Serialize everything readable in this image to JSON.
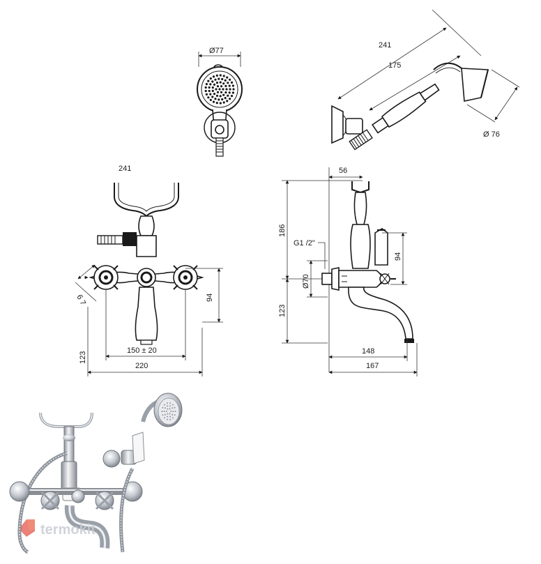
{
  "dimensions": {
    "hand_shower_diameter_front": "Ø77",
    "total_length_side": "241",
    "handle_length_side": "175",
    "head_diameter_side": "Ø 76",
    "cradle_width": "241",
    "handle_span": "6 7",
    "height_right_front": "94",
    "centers": "150 ± 20",
    "overall_width": "220",
    "height_left_front": "123",
    "top_offset_side": "56",
    "upper_height_side": "186",
    "thread_label": "G1 /2\"",
    "flange_diameter_side": "Ø70",
    "lower_height_side": "123",
    "lever_height_side": "94",
    "spout_reach_inner": "148",
    "spout_reach_outer": "167"
  },
  "watermark": {
    "brand": "termokit"
  },
  "colors": {
    "line": "#1a1a1a",
    "chrome": "#b9bec6",
    "ceramic": "#ffffff",
    "watermark_red": "#e0463c",
    "watermark_gray": "#c9ccd4"
  }
}
